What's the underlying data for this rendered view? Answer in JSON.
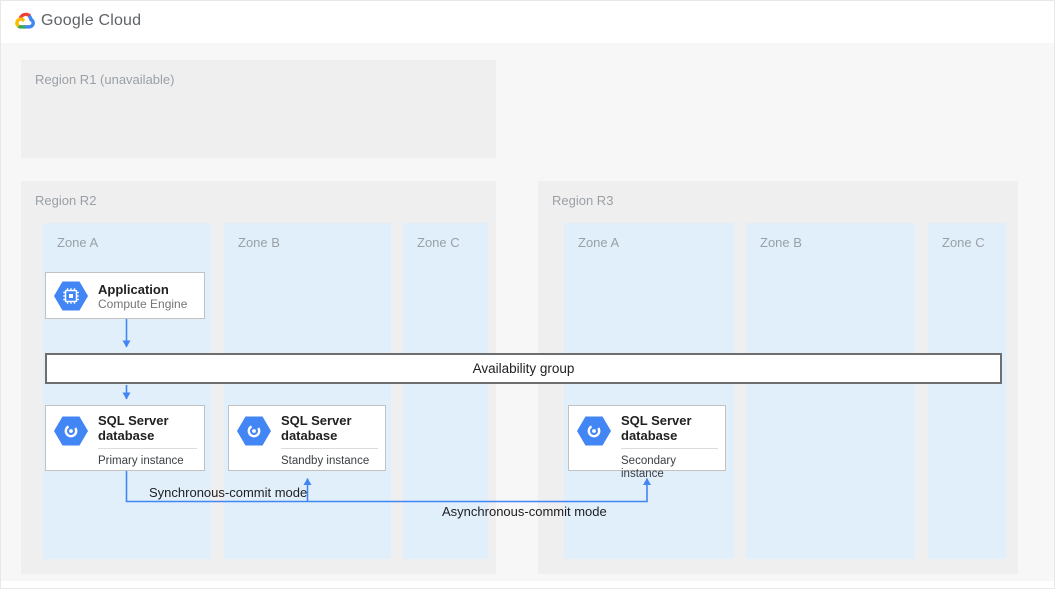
{
  "header": {
    "brand": "Google Cloud",
    "logo_icon": "google-cloud-logo-icon"
  },
  "regions": {
    "r1": {
      "label": "Region R1 (unavailable)"
    },
    "r2": {
      "label": "Region R2",
      "zones": [
        "Zone A",
        "Zone B",
        "Zone C"
      ]
    },
    "r3": {
      "label": "Region R3",
      "zones": [
        "Zone A",
        "Zone B",
        "Zone C"
      ]
    }
  },
  "nodes": {
    "application": {
      "title": "Application",
      "subtitle": "Compute Engine",
      "icon": "compute-engine-icon"
    },
    "availability_group": {
      "label": "Availability group"
    },
    "sql_primary": {
      "title": "SQL Server database",
      "instance": "Primary instance",
      "icon": "cloud-sql-icon"
    },
    "sql_standby": {
      "title": "SQL Server database",
      "instance": "Standby instance",
      "icon": "cloud-sql-icon"
    },
    "sql_secondary": {
      "title": "SQL Server database",
      "instance": "Secondary instance",
      "icon": "cloud-sql-icon"
    }
  },
  "edges": {
    "sync_label": "Synchronous-commit mode",
    "async_label": "Asynchronous-commit mode"
  },
  "colors": {
    "accent_blue": "#4285F4",
    "logo_red": "#EA4335",
    "logo_yellow": "#FBBC05",
    "logo_green": "#34A853",
    "zone_fill": "#E1EFFB",
    "region_fill": "#EFEFEF",
    "canvas_fill": "#F7F7F7"
  }
}
